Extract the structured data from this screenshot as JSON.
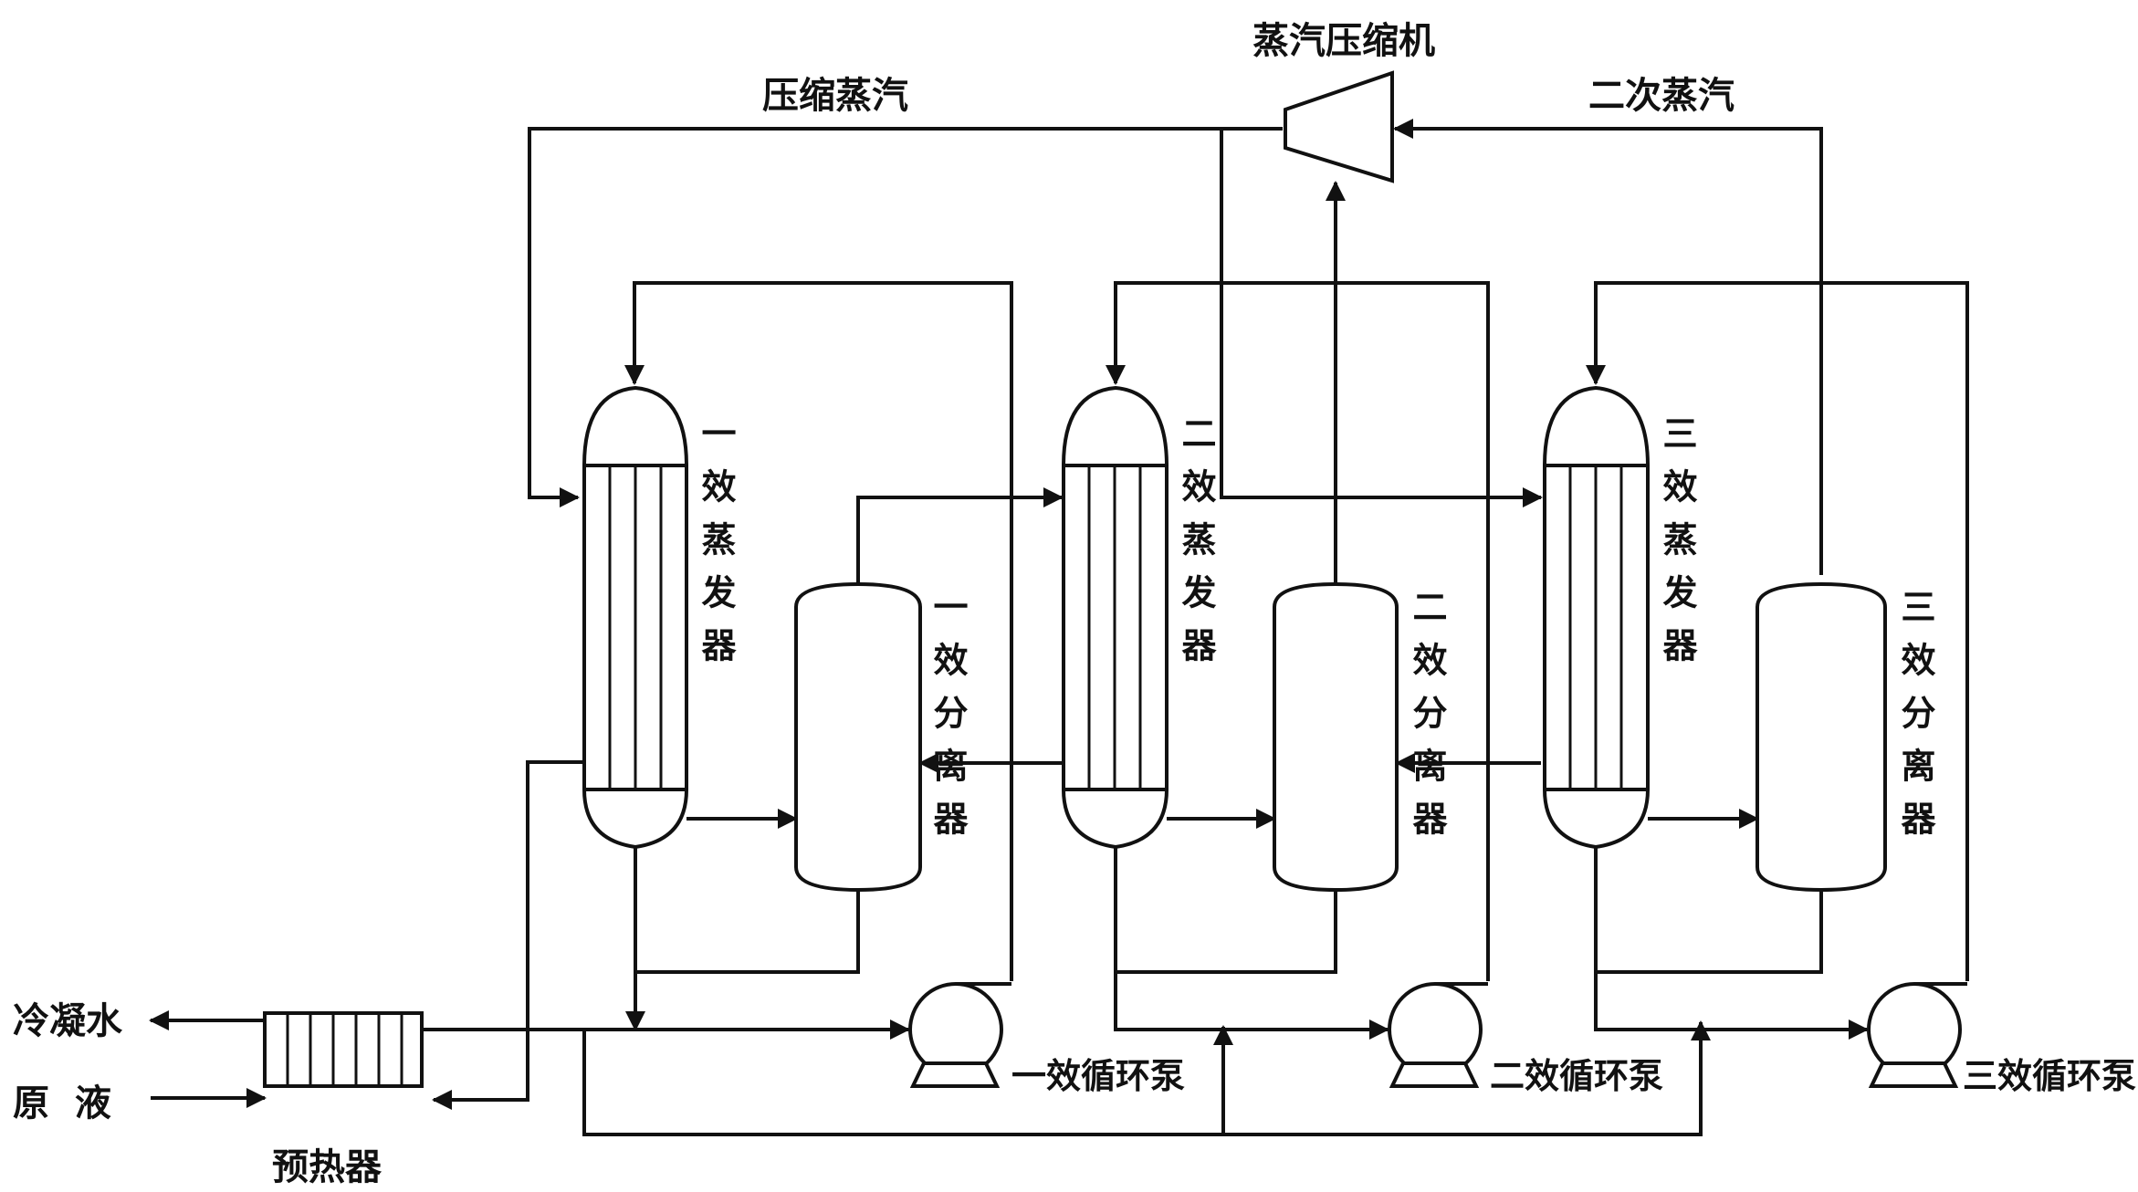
{
  "labels": {
    "compressed_steam": "压缩蒸汽",
    "vapor_compressor": "蒸汽压缩机",
    "secondary_steam": "二次蒸汽",
    "condensate": "冷凝水",
    "raw_liquid": "原  液",
    "preheater": "预热器"
  },
  "effects": [
    {
      "evaporator": "一效蒸发器",
      "separator": "一效分离器",
      "pump": "一效循环泵"
    },
    {
      "evaporator": "二效蒸发器",
      "separator": "二效分离器",
      "pump": "二效循环泵"
    },
    {
      "evaporator": "三效蒸发器",
      "separator": "三效分离器",
      "pump": "三效循环泵"
    }
  ],
  "colors": {
    "line": "#111111",
    "background": "#ffffff"
  }
}
